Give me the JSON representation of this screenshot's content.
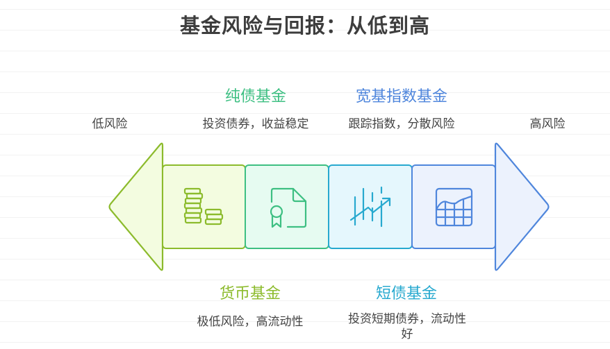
{
  "title": "基金风险与回报：从低到高",
  "scale": {
    "low_label": "低风险",
    "high_label": "高风险"
  },
  "stages": [
    {
      "name": "货币基金",
      "desc": "极低风险，高流动性",
      "icon": "coins-stack-icon",
      "color": "#8cbb2c",
      "fill": "#f3fce0"
    },
    {
      "name": "纯债基金",
      "desc": "投资债券，收益稳定",
      "icon": "certificate-document-icon",
      "color": "#3dbf82",
      "fill": "#e6fbf1"
    },
    {
      "name": "短债基金",
      "desc": "投资短期债券，流动性好",
      "icon": "trend-up-chart-icon",
      "color": "#27a9cf",
      "fill": "#e5f7fd"
    },
    {
      "name": "宽基指数基金",
      "desc": "跟踪指数，分散风险",
      "icon": "area-chart-grid-icon",
      "color": "#4f86dc",
      "fill": "#ecf2fd"
    }
  ],
  "colors": {
    "title": "#3d3d3d",
    "text": "#444444",
    "money_fund": "#8cbb2c",
    "pure_bond": "#3dbf82",
    "short_bond": "#27a9cf",
    "index_fund": "#4f86dc"
  }
}
